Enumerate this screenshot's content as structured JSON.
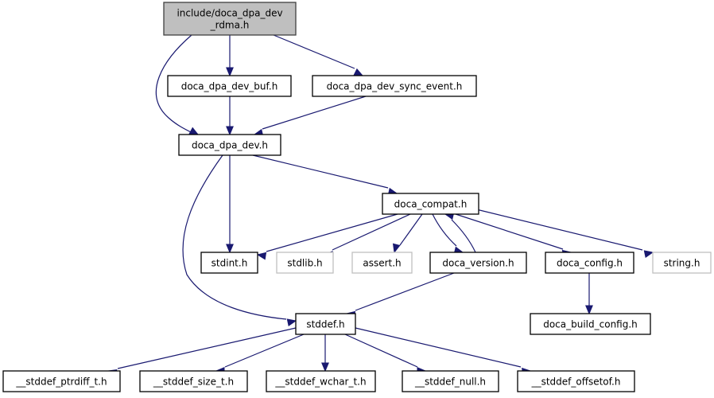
{
  "diagram": {
    "type": "include-dependency-graph",
    "edge_color": "#191970",
    "node_border_color": "#000000",
    "root_fill_color": "#bfbfbf",
    "external_border_color": "#bfbfbf",
    "nodes": [
      {
        "id": "root",
        "lines": [
          "include/doca_dpa_dev",
          "_rdma.h"
        ],
        "kind": "root"
      },
      {
        "id": "buf",
        "lines": [
          "doca_dpa_dev_buf.h"
        ],
        "kind": "documented"
      },
      {
        "id": "sync",
        "lines": [
          "doca_dpa_dev_sync_event.h"
        ],
        "kind": "documented"
      },
      {
        "id": "dev",
        "lines": [
          "doca_dpa_dev.h"
        ],
        "kind": "documented"
      },
      {
        "id": "compat",
        "lines": [
          "doca_compat.h"
        ],
        "kind": "documented"
      },
      {
        "id": "stdint",
        "lines": [
          "stdint.h"
        ],
        "kind": "documented"
      },
      {
        "id": "stdlib",
        "lines": [
          "stdlib.h"
        ],
        "kind": "external"
      },
      {
        "id": "assert",
        "lines": [
          "assert.h"
        ],
        "kind": "external"
      },
      {
        "id": "version",
        "lines": [
          "doca_version.h"
        ],
        "kind": "documented"
      },
      {
        "id": "config",
        "lines": [
          "doca_config.h"
        ],
        "kind": "documented"
      },
      {
        "id": "string",
        "lines": [
          "string.h"
        ],
        "kind": "external"
      },
      {
        "id": "build",
        "lines": [
          "doca_build_config.h"
        ],
        "kind": "documented"
      },
      {
        "id": "stddef",
        "lines": [
          "stddef.h"
        ],
        "kind": "documented"
      },
      {
        "id": "ptrdiff",
        "lines": [
          "__stddef_ptrdiff_t.h"
        ],
        "kind": "documented"
      },
      {
        "id": "size",
        "lines": [
          "__stddef_size_t.h"
        ],
        "kind": "documented"
      },
      {
        "id": "wchar",
        "lines": [
          "__stddef_wchar_t.h"
        ],
        "kind": "documented"
      },
      {
        "id": "null",
        "lines": [
          "__stddef_null.h"
        ],
        "kind": "documented"
      },
      {
        "id": "offsetof",
        "lines": [
          "__stddef_offsetof.h"
        ],
        "kind": "documented"
      }
    ],
    "edges": [
      {
        "from": "root",
        "to": "dev"
      },
      {
        "from": "root",
        "to": "buf"
      },
      {
        "from": "root",
        "to": "sync"
      },
      {
        "from": "buf",
        "to": "dev"
      },
      {
        "from": "sync",
        "to": "dev"
      },
      {
        "from": "dev",
        "to": "compat"
      },
      {
        "from": "dev",
        "to": "stdint"
      },
      {
        "from": "dev",
        "to": "stddef"
      },
      {
        "from": "compat",
        "to": "stdint"
      },
      {
        "from": "compat",
        "to": "stdlib"
      },
      {
        "from": "compat",
        "to": "assert"
      },
      {
        "from": "compat",
        "to": "version"
      },
      {
        "from": "compat",
        "to": "config"
      },
      {
        "from": "compat",
        "to": "string"
      },
      {
        "from": "version",
        "to": "compat"
      },
      {
        "from": "version",
        "to": "stddef"
      },
      {
        "from": "config",
        "to": "build"
      },
      {
        "from": "stddef",
        "to": "ptrdiff"
      },
      {
        "from": "stddef",
        "to": "size"
      },
      {
        "from": "stddef",
        "to": "wchar"
      },
      {
        "from": "stddef",
        "to": "null"
      },
      {
        "from": "stddef",
        "to": "offsetof"
      }
    ]
  }
}
